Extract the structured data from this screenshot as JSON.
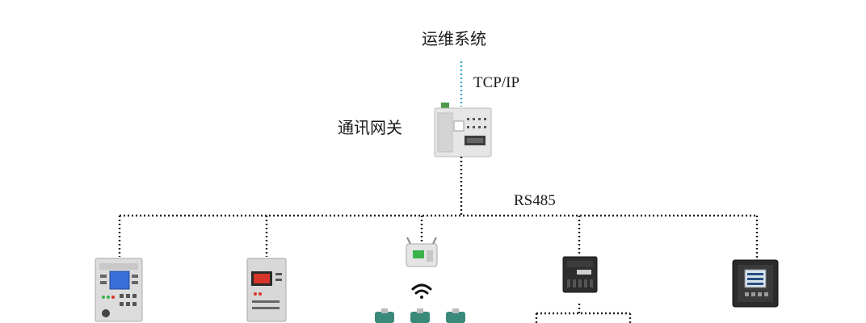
{
  "nodes": {
    "ops_system": "运维系统",
    "gateway": "通讯网关"
  },
  "links": {
    "uplink_protocol": "TCP/IP",
    "bus_protocol": "RS485"
  },
  "colors": {
    "uplink_line": "#3aa8c4",
    "bus_line": "#222222",
    "device_body": "#dcdcdc",
    "screen": "#3a6fd8",
    "led_red": "#d8342a",
    "led_green": "#3bb24a"
  }
}
